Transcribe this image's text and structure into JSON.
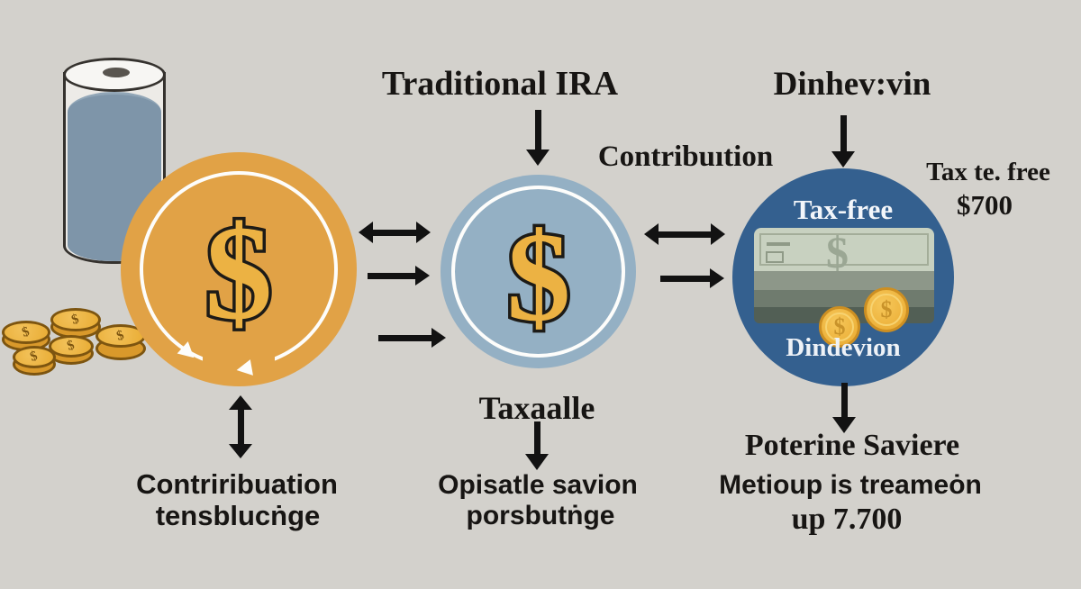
{
  "dollar_glyph": "$",
  "colors": {
    "background": "#d3d1cc",
    "orange_circle": "#e1a246",
    "light_blue_circle": "#94b0c4",
    "dark_blue_circle": "#34608f",
    "dollar_gold": "#ecb243",
    "coin_gold": "#eeb347",
    "bill_green": "#c8d1c0",
    "glass_liquid": "#7e95a9",
    "arrow_black": "#121212",
    "text_dark": "#171513",
    "ring_white": "#fdfdfb"
  },
  "header": {
    "traditional_ira": "Traditional IRA",
    "dinhevvin": "Dinhev:vin",
    "contribution": "Contribuıtion",
    "tax_te_free": "Tax te. free",
    "amount": "$700"
  },
  "circles": {
    "right": {
      "top_label": "Tax-free",
      "bottom_label": "Dindevion"
    }
  },
  "captions": {
    "left_line1": "Contriribuation",
    "left_line2": "tensblucṅge",
    "middle_title": "Taxaalle",
    "middle_line1": "Opisatle savion",
    "middle_line2": "porsbutṅge",
    "right_line1": "Poterine Saviere",
    "right_line2": "Metioup is treameȯn",
    "right_line3": "up 7.700"
  },
  "icons": {
    "water_glass": "water-glass-icon",
    "coin_pile": "coin-pile-icon",
    "cycle_ring": "cycle-arrows-icon",
    "money_stack": "money-stack-icon",
    "arrows": [
      "arrow-down-icon",
      "arrow-right-icon",
      "arrow-left-right-icon",
      "arrow-up-down-icon"
    ]
  }
}
